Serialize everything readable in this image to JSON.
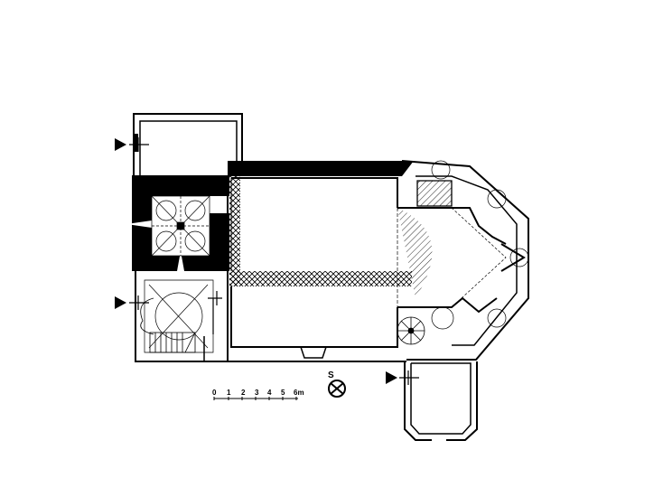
{
  "plan": {
    "scale_bar": {
      "labels": [
        "0",
        "1",
        "2",
        "3",
        "4",
        "5",
        "6m"
      ]
    },
    "compass": {
      "label": "S"
    }
  },
  "colors": {
    "ink": "#000000",
    "paper": "#ffffff"
  }
}
